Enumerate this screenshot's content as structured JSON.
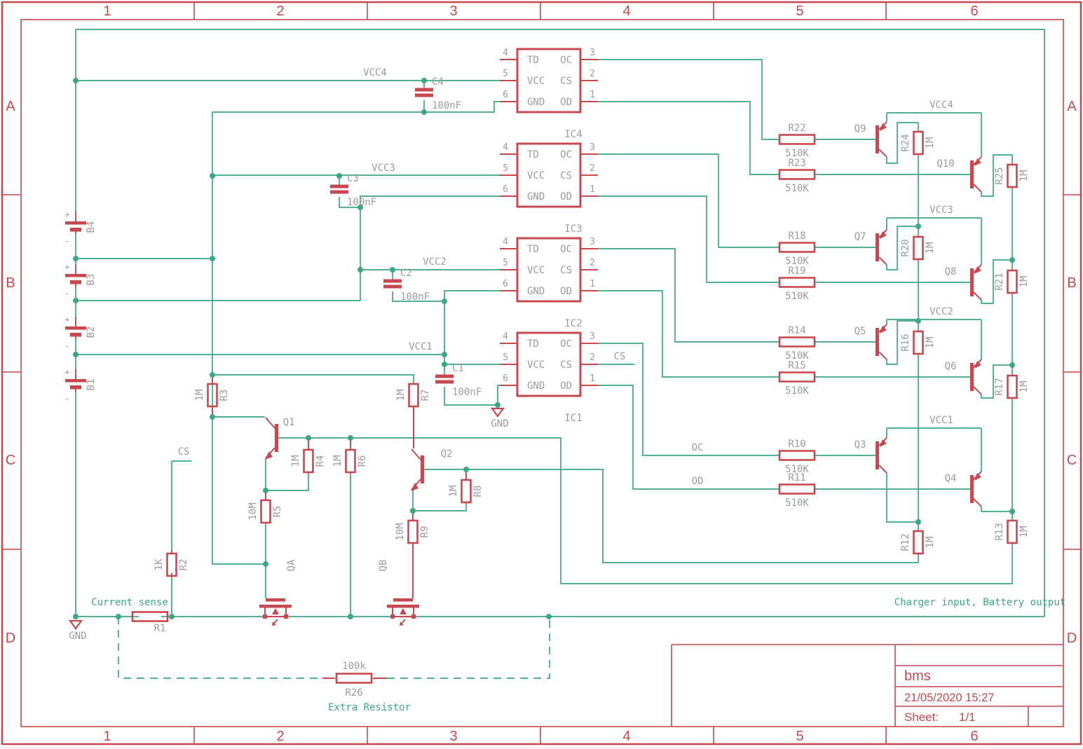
{
  "colors": {
    "wire": "#3aa97e",
    "component": "#c9474e",
    "label": "#9b9b9b",
    "frame": "#c9474e"
  },
  "frame": {
    "columns": [
      "1",
      "2",
      "3",
      "4",
      "5",
      "6"
    ],
    "rows": [
      "A",
      "B",
      "C",
      "D"
    ]
  },
  "title_block": {
    "project": "bms",
    "timestamp": "21/05/2020 15:27",
    "sheet_label": "Sheet:",
    "sheet_value": "1/1"
  },
  "ic_pins": {
    "left": [
      {
        "num": "4",
        "label": "TD"
      },
      {
        "num": "5",
        "label": "VCC"
      },
      {
        "num": "6",
        "label": "GND"
      }
    ],
    "right": [
      {
        "num": "3",
        "label": "OC"
      },
      {
        "num": "2",
        "label": "CS"
      },
      {
        "num": "1",
        "label": "OD"
      }
    ]
  },
  "ics": [
    {
      "name": "IC4"
    },
    {
      "name": "IC3"
    },
    {
      "name": "IC2"
    },
    {
      "name": "IC1"
    }
  ],
  "capacitors": [
    {
      "name": "C4",
      "value": "100nF"
    },
    {
      "name": "C3",
      "value": "100nF"
    },
    {
      "name": "C2",
      "value": "100nF"
    },
    {
      "name": "C1",
      "value": "100nF"
    }
  ],
  "batteries": [
    {
      "name": "B4"
    },
    {
      "name": "B3"
    },
    {
      "name": "B2"
    },
    {
      "name": "B1"
    }
  ],
  "signs": {
    "plus": "+",
    "minus": "-"
  },
  "resistors": [
    {
      "name": "R1"
    },
    {
      "name": "R2",
      "value": "1K"
    },
    {
      "name": "R3",
      "value": "1M"
    },
    {
      "name": "R4",
      "value": "1M"
    },
    {
      "name": "R5",
      "value": "10M"
    },
    {
      "name": "R6",
      "value": "1M"
    },
    {
      "name": "R7",
      "value": "1M"
    },
    {
      "name": "R8",
      "value": "1M"
    },
    {
      "name": "R9",
      "value": "10M"
    },
    {
      "name": "R10",
      "value": "510K"
    },
    {
      "name": "R11",
      "value": "510K"
    },
    {
      "name": "R12",
      "value": "1M"
    },
    {
      "name": "R13",
      "value": "1M"
    },
    {
      "name": "R14",
      "value": "510K"
    },
    {
      "name": "R15",
      "value": "510K"
    },
    {
      "name": "R16",
      "value": "1M"
    },
    {
      "name": "R17",
      "value": "1M"
    },
    {
      "name": "R18",
      "value": "510K"
    },
    {
      "name": "R19",
      "value": "510K"
    },
    {
      "name": "R20",
      "value": "1M"
    },
    {
      "name": "R21",
      "value": "1M"
    },
    {
      "name": "R22",
      "value": "510K"
    },
    {
      "name": "R23",
      "value": "510K"
    },
    {
      "name": "R24",
      "value": "1M"
    },
    {
      "name": "R25",
      "value": "1M"
    },
    {
      "name": "R26",
      "value": "100k"
    }
  ],
  "transistors": [
    "Q1",
    "Q2",
    "Q3",
    "Q4",
    "Q5",
    "Q6",
    "Q7",
    "Q8",
    "Q9",
    "Q10",
    "QA",
    "QB"
  ],
  "nets": {
    "vcc": [
      "VCC4",
      "VCC3",
      "VCC2",
      "VCC1"
    ],
    "cs": "CS",
    "oc": "OC",
    "od": "OD",
    "gnd": "GND"
  },
  "annotations": {
    "current_sense": "Current sense",
    "extra_resistor": "Extra Resistor",
    "charger": "Charger input, Battery output"
  }
}
